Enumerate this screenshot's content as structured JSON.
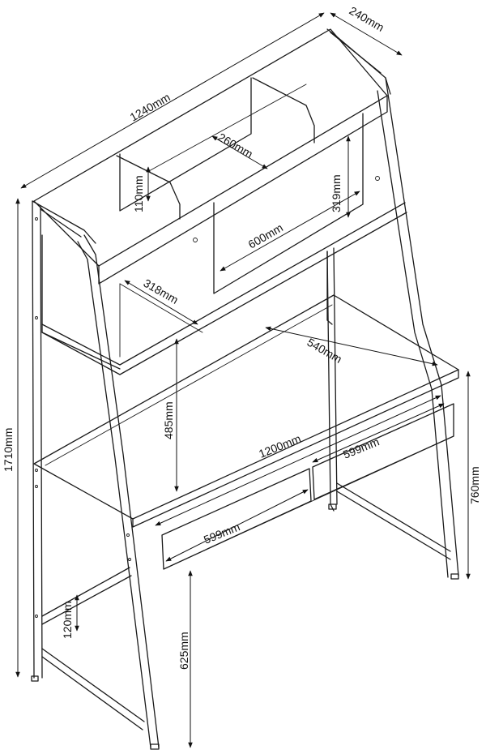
{
  "dimensions": {
    "total_width": "1240mm",
    "depth": "240mm",
    "total_height": "1710mm",
    "hutch_divider_width": "260mm",
    "hutch_top_shelf_height": "110mm",
    "hutch_back_height": "319mm",
    "hutch_opening_width": "600mm",
    "hutch_lower_depth": "318mm",
    "desk_depth": "540mm",
    "hutch_to_desk_height": "485mm",
    "desk_width": "1200mm",
    "drawer_left_width": "599mm",
    "drawer_right_width": "599mm",
    "desk_height": "760mm",
    "drawer_to_floor": "625mm",
    "bottom_shelf_height": "120mm"
  }
}
